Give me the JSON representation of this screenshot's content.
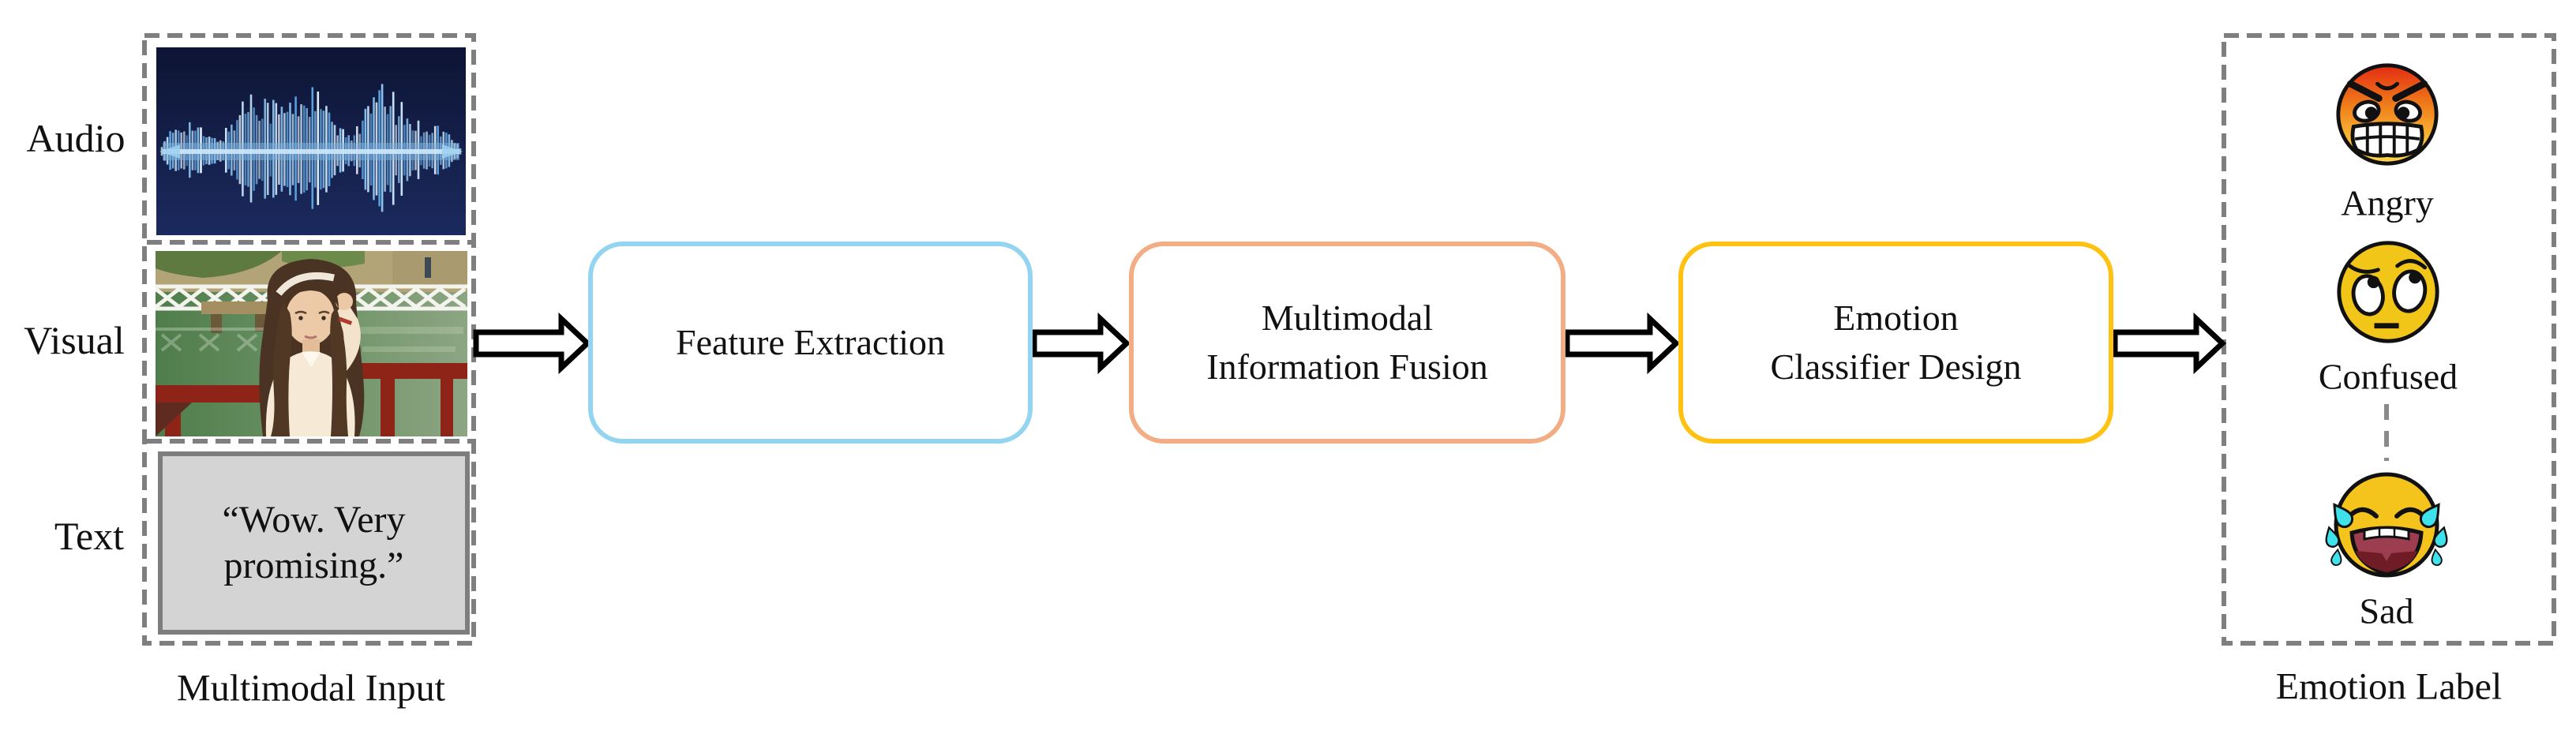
{
  "input_panel": {
    "caption": "Multimodal Input",
    "modalities": [
      {
        "label": "Audio",
        "media": "audio-waveform-image"
      },
      {
        "label": "Visual",
        "media": "portrait-photo-image"
      },
      {
        "label": "Text",
        "quote": "“Wow. Very\npromising.”"
      }
    ]
  },
  "pipeline_nodes": [
    {
      "label": "Feature Extraction",
      "border_color": "#93d5f1"
    },
    {
      "label": "Multimodal\nInformation Fusion",
      "border_color": "#f3ad85"
    },
    {
      "label": "Emotion\nClassifier Design",
      "border_color": "#ffc112"
    }
  ],
  "output_panel": {
    "caption": "Emotion Label",
    "emotions": [
      {
        "label": "Angry",
        "icon": "angry-face-emoji-icon"
      },
      {
        "label": "Confused",
        "icon": "eye-roll-face-emoji-icon"
      },
      {
        "label": "Sad",
        "icon": "crying-face-emoji-icon"
      }
    ]
  },
  "colors": {
    "dashed_border": "#7f7f7f",
    "text_box_fill": "#d4d4d4",
    "text_box_border": "#7e7e7e",
    "feature_border": "#93d5f1",
    "fusion_border": "#f3ad85",
    "classifier_border": "#ffc112",
    "arrow_fill": "#ffffff",
    "arrow_outline": "#000000"
  }
}
